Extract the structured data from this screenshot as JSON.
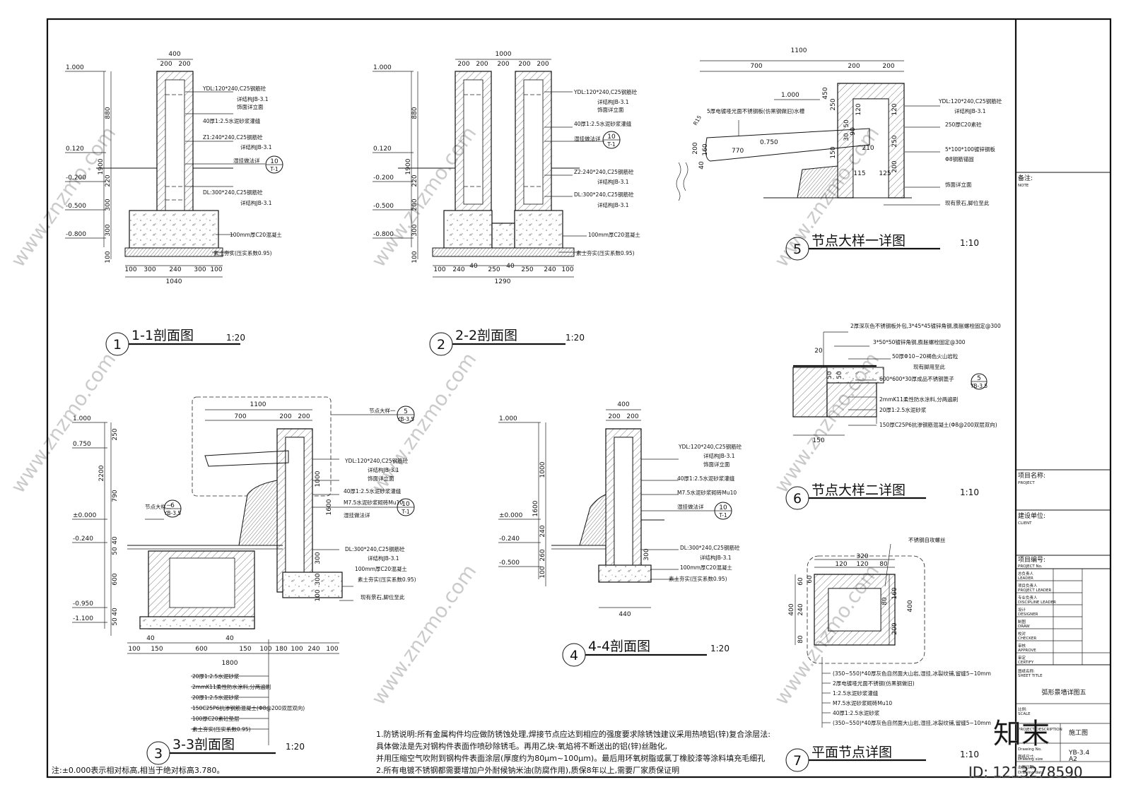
{
  "labels": {
    "s1_elev": [
      "1.000",
      "0.120",
      "-0.200",
      "-0.500",
      "-0.800"
    ],
    "s1_top": [
      "400",
      "200",
      "200"
    ],
    "s1_vdims": [
      "880",
      "1900",
      "220",
      "300",
      "300",
      "100"
    ],
    "s1_callouts": [
      "YDL:120*240,C25钢筋砼",
      "详结构JB-3.1",
      "饰面详立面",
      "40厚1:2.5水泥砂浆灌缝",
      "Z1:240*240,C25钢筋砼",
      "详结构JB-3.1",
      "湿挂做法详",
      "DL:300*240,C25钢筋砼",
      "详结构JB-3.1",
      "100mm厚C20混凝土",
      "素土夯实(压实系数0.95)"
    ],
    "s1_bot": [
      "100",
      "300",
      "240",
      "300",
      "100",
      "1040"
    ],
    "s2_elev": [
      "1.000",
      "0.120",
      "-0.200",
      "-0.500",
      "-0.800"
    ],
    "s2_top": [
      "1000",
      "200",
      "200",
      "200",
      "200",
      "200"
    ],
    "s2_vdims": [
      "880",
      "1900",
      "220",
      "200",
      "300",
      "100"
    ],
    "s2_callouts": [
      "YDL:120*240,C25钢筋砼",
      "详结构JB-3.1",
      "饰面详立面",
      "40厚1:2.5水泥砂浆灌缝",
      "湿挂做法详",
      "Z2:240*240,C25钢筋砼",
      "详结构JB-3.1",
      "DL:300*240,C25钢筋砼",
      "详结构JB-3.1",
      "100mm厚C20混凝土",
      "素土夯实(压实系数0.95)"
    ],
    "s2_bot": [
      "100",
      "240",
      "40",
      "250",
      "40",
      "250",
      "240",
      "100",
      "1290"
    ],
    "n5_top": [
      "1100",
      "700",
      "200",
      "200"
    ],
    "n5_callouts": [
      "1.000",
      "5厚电镀哑光面不锈钢板(仿黑钢做旧)水槽",
      "R15",
      "0.750",
      "770",
      "YDL:120*240,C25钢筋砼",
      "详结构JB-3.1",
      "250厚C20素砼",
      "5*100*100镀锌钢板",
      "Φ8钢筋锚固",
      "饰面详立面",
      "现有景石,脚位至此"
    ],
    "n5_dims": [
      "450",
      "250",
      "120",
      "120",
      "250",
      "50",
      "90",
      "30",
      "150",
      "200",
      "160",
      "40",
      "210",
      "115",
      "125",
      "200"
    ],
    "n6_callouts": [
      "2厚深灰色不锈钢板外包,3*45*45镀锌角钢,膨胀螺栓固定@300",
      "3*50*50镀锌角钢,膨胀螺栓固定@300",
      "50厚Φ10~20褐色火山岩粒",
      "现有脚用至此",
      "600*600*30厚成品不锈钢篦子",
      "2mmK11柔性防水涂料,分两遍刷",
      "20厚1:2.5水泥砂浆",
      "150厚C25P6抗渗钢筋混凝土(Φ8@200双层双向)",
      "YB-3.5"
    ],
    "n6_dims": [
      "20",
      "150",
      "50",
      "50"
    ],
    "s3_elev": [
      "1.000",
      "0.750",
      "±0.000",
      "-0.240",
      "-0.950",
      "-1.100"
    ],
    "s3_vdims": [
      "250",
      "2200",
      "790",
      "40",
      "50",
      "600",
      "40",
      "50",
      "1000",
      "1600",
      "300",
      "300",
      "100"
    ],
    "s3_top": [
      "1100",
      "700",
      "200",
      "200"
    ],
    "s3_callouts": [
      "节点大样一",
      "节点大样二",
      "YDL:120*240,C25钢筋砼",
      "详结构JB-3.1",
      "饰面详立面",
      "40厚1:2.5水泥砂浆灌缝",
      "M7.5水泥砂浆砌砖Mu10",
      "湿挂做法详",
      "DL:300*240,C25钢筋砼",
      "详结构JB-3.1",
      "100mm厚C20混凝土",
      "素土夯实(压实系数0.95)",
      "现有景石,脚位至此"
    ],
    "s3_bot": [
      "40",
      "40",
      "100",
      "150",
      "600",
      "150",
      "100",
      "180",
      "100",
      "240",
      "100",
      "1800"
    ],
    "s3_layers": [
      "20厚1:2.5水泥砂浆",
      "2mmK11柔性防水涂料,分两遍刷",
      "20厚1:2.5水泥砂浆",
      "150C25P6抗渗钢筋混凝土(Φ8@200双层双向)",
      "100厚C20素砼垫层",
      "素土夯实(压实系数0.95)"
    ],
    "s4_elev": [
      "1.000",
      "±0.000",
      "-0.240",
      "-0.500"
    ],
    "s4_top": [
      "400",
      "200",
      "200"
    ],
    "s4_vdims": [
      "1000",
      "1600",
      "240",
      "260",
      "100",
      "300"
    ],
    "s4_callouts": [
      "YDL:120*240,C25钢筋砼",
      "详结构JB-3.1",
      "饰面详立面",
      "40厚1:2.5水泥砂浆灌缝",
      "M7.5水泥砂浆砌砖Mu10",
      "湿挂做法详",
      "DL:300*240,C25钢筋砼",
      "详结构JB-3.1",
      "100mm厚C20混凝土",
      "素土夯实(压实系数0.95)"
    ],
    "s4_bot": [
      "440"
    ],
    "n7_top": [
      "320",
      "120",
      "120",
      "80",
      "不锈钢自攻螺丝"
    ],
    "n7_dims": [
      "60",
      "60",
      "240",
      "80",
      "400",
      "80",
      "160",
      "200",
      "400"
    ],
    "n7_layers": [
      "(350~550)*40厚灰色自然面大山岩,湿挂,冰裂纹铺,留缝5~10mm",
      "2厚电镀哑光面不锈钢(仿黑钢做旧)",
      "1:2.5水泥砂浆灌缝",
      "M7.5水泥砂浆砌砖Mu10",
      "40厚1:2.5水泥砂浆",
      "(350~550)*40厚灰色自然面大山岩,湿挂,冰裂纹铺,留缝5~10mm"
    ],
    "tag_t1": [
      "10",
      "T-1"
    ],
    "tag_n5": [
      "5",
      "YB-3.5"
    ],
    "tag_n6": [
      "6",
      "YB-3.5"
    ]
  },
  "titles": {
    "s1": {
      "num": "1",
      "name": "1-1剖面图",
      "scale": "1:20"
    },
    "s2": {
      "num": "2",
      "name": "2-2剖面图",
      "scale": "1:20"
    },
    "n5": {
      "num": "5",
      "name": "节点大样一详图",
      "scale": "1:10"
    },
    "n6": {
      "num": "6",
      "name": "节点大样二详图",
      "scale": "1:10"
    },
    "s3": {
      "num": "3",
      "name": "3-3剖面图",
      "scale": "1:20"
    },
    "s4": {
      "num": "4",
      "name": "4-4剖面图",
      "scale": "1:20"
    },
    "n7": {
      "num": "7",
      "name": "平面节点详图",
      "scale": "1:10"
    }
  },
  "notes": {
    "line1": "1.防锈说明:所有金属构件均应做防锈蚀处理,焊接节点应达到相应的强度要求除锈蚀建议采用热喷铝(锌)复合涂层法:",
    "line2": "具体做法是先对钢构件表面作喷砂除锈毛。再用乙炔-氧焰将不断送出的铝(锌)丝融化,",
    "line3": "并用压缩空气吹附到钢构件表面涂层(厚度约为80μm~100μm)。最后用环氧树脂或氯丁橡胶漆等涂料填充毛细孔",
    "line4": "2.所有电镀不锈钢都需要增加户外耐候钠米油(防腐作用),质保8年以上,需要厂家质保证明",
    "datum": "注:±0.000表示相对标高,相当于绝对标高3.780。"
  },
  "title_block": {
    "note_cn": "备注:",
    "note_en": "NOTE",
    "project_cn": "项目名称:",
    "project_en": "PROJECT",
    "client_cn": "建设单位:",
    "client_en": "CLIENT",
    "project_no_cn": "项目编号:",
    "project_no_en": "PROJECT No.",
    "roles": [
      {
        "cn": "总负责人",
        "en": "LEADER"
      },
      {
        "cn": "项目负责人",
        "en": "PROJECT LEADER"
      },
      {
        "cn": "专业负责人",
        "en": "DISCIPLINE LEADER"
      },
      {
        "cn": "设计",
        "en": "DESIGNER"
      },
      {
        "cn": "制图",
        "en": "DRAW"
      },
      {
        "cn": "校对",
        "en": "CHECKER"
      },
      {
        "cn": "审核",
        "en": "APPROVE"
      },
      {
        "cn": "审定",
        "en": "CERTIFY"
      }
    ],
    "sheet_title_cn": "图纸名称:",
    "sheet_title_en": "SHEET TITLE",
    "sheet_title": "弧形景墙详图五",
    "scale_cn": "比例:",
    "scale_en": "SCALE",
    "desc_en": "PROJECT DESCRIPTION",
    "desc_value": "施工图",
    "sheet_no_en": "Drawing No.",
    "sheet_no": "YB-3.4",
    "size_cn": "图纸尺寸:",
    "size_en": "Drawing size",
    "size_value": "A2",
    "date_cn": "出图日期:",
    "date_en": "Drawing date"
  },
  "watermark": {
    "brand": "知末",
    "site": "www.znzmo.com",
    "id": "ID: 1213278590"
  }
}
